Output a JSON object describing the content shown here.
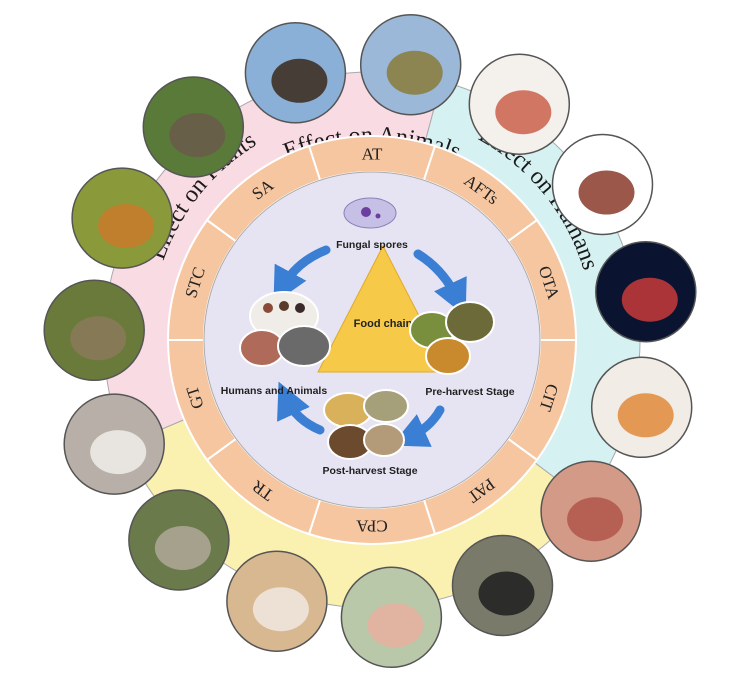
{
  "sectors": {
    "plants": {
      "label": "Effect on Plants",
      "color": "#f9dbe3"
    },
    "humans": {
      "label": "Effect on Humans",
      "color": "#d6f1f2"
    },
    "animals": {
      "label": "Effect on Animals",
      "color": "#faf1b0"
    }
  },
  "mycotoxins": [
    "AT",
    "AFTs",
    "OTA",
    "CIT",
    "PAT",
    "CPA",
    "TR",
    "GT",
    "STC",
    "SA"
  ],
  "ring_color": "#f6c6a0",
  "center": {
    "food_chain": "Food chain",
    "fungal_spores": "Fungal spores",
    "pre_harvest": "Pre-harvest Stage",
    "post_harvest": "Post-harvest Stage",
    "humans_animals": "Humans and Animals"
  },
  "photos": [
    {
      "icon": "wheat-photo-icon"
    },
    {
      "icon": "kidney-photo-icon"
    },
    {
      "icon": "liver-photo-icon"
    },
    {
      "icon": "brain-photo-icon"
    },
    {
      "icon": "intestine-photo-icon"
    },
    {
      "icon": "skin-rash-photo-icon"
    },
    {
      "icon": "cow-photo-icon"
    },
    {
      "icon": "pig-photo-icon"
    },
    {
      "icon": "chicken-photo-icon"
    },
    {
      "icon": "sheep-photo-icon"
    },
    {
      "icon": "rabbit-photo-icon"
    },
    {
      "icon": "grapes-photo-icon"
    },
    {
      "icon": "maize-photo-icon"
    },
    {
      "icon": "peanut-photo-icon"
    },
    {
      "icon": "sorghum-photo-icon"
    }
  ]
}
